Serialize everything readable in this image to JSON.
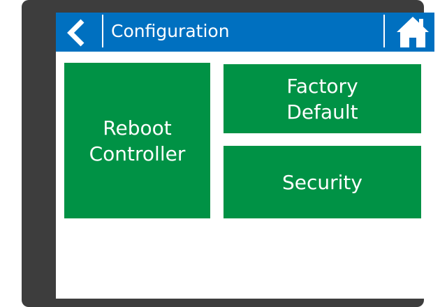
{
  "header": {
    "title": "Configuration",
    "back_icon": "chevron-left-icon",
    "home_icon": "home-icon",
    "background_color": "#0070c0"
  },
  "tiles": [
    {
      "label": "Reboot\nController",
      "color": "#009245"
    },
    {
      "label": "Factory\nDefault",
      "color": "#009245"
    },
    {
      "label": "Security",
      "color": "#009245"
    }
  ],
  "colors": {
    "bezel": "#3d3d3d",
    "screen": "#ffffff",
    "accent": "#0070c0",
    "tile": "#009245"
  }
}
